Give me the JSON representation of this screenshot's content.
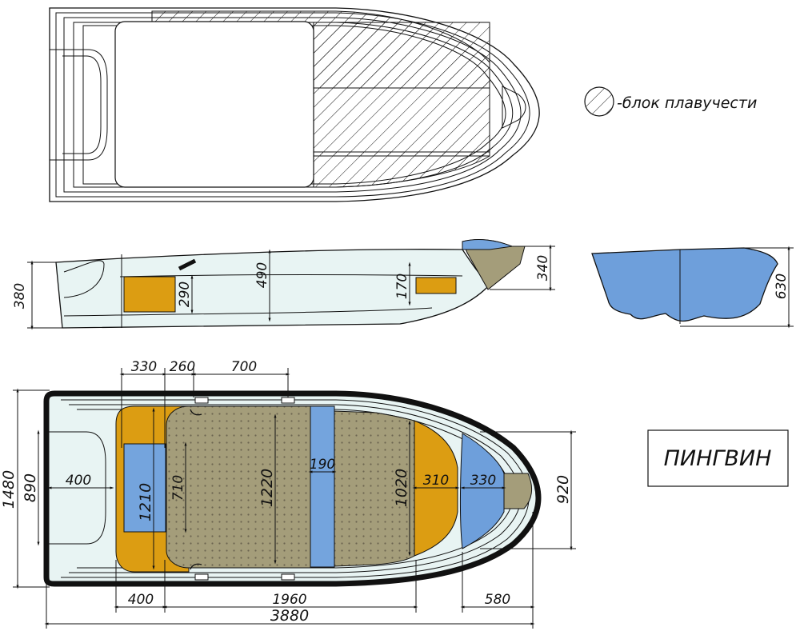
{
  "title": "ПИНГВИН",
  "legend": {
    "label": "-блок плавучести"
  },
  "colors": {
    "hull_fill": "#e8f4f3",
    "buoyancy_orange": "#dc9d12",
    "floor_khaki": "#a49d7a",
    "floor_dots": "#6c6550",
    "seat_blue": "#74a4dd",
    "section_blue": "#6e9fdb",
    "outline": "#111111"
  },
  "side_view": {
    "dims": {
      "height_stern": "380",
      "orange_height": "290",
      "mid_height": "490",
      "bow_orange_height": "170",
      "bow_height": "340"
    }
  },
  "section_view": {
    "dims": {
      "height": "630"
    }
  },
  "plan_view": {
    "top_dims": [
      "330",
      "260",
      "700"
    ],
    "width_overall": "1480",
    "transom_width": "890",
    "transom_depth": "400",
    "rear_seat_width": "1210",
    "rear_floor_width": "710",
    "floor_width": "1220",
    "seat_width": "190",
    "fore_floor_width": "1020",
    "front_block_depth": "310",
    "bow_seat_depth": "330",
    "bow_width": "920",
    "bottom_dims": {
      "stern_block": "400",
      "mid_length": "1960",
      "bow_length": "580",
      "overall_length": "3880"
    }
  }
}
